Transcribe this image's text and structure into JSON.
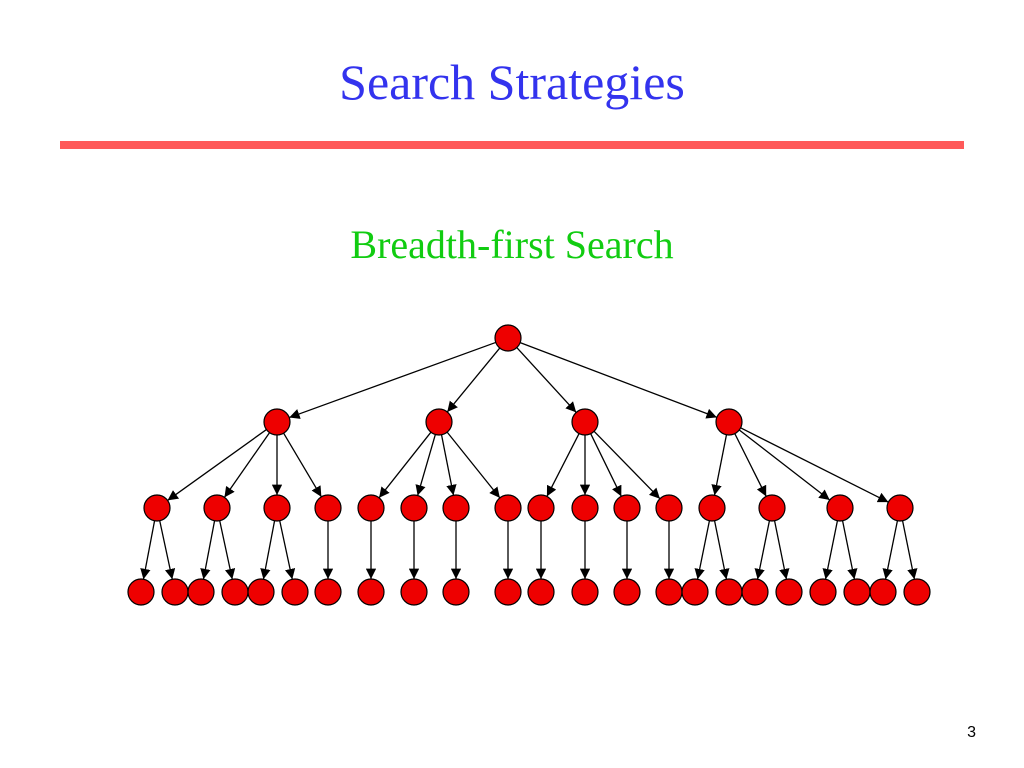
{
  "slide": {
    "title": "Search Strategies",
    "subtitle": "Breadth-first Search",
    "page_number": "3"
  },
  "colors": {
    "title": "#3333ee",
    "rule": "#ff5a5a",
    "subtitle": "#11cc11",
    "node_fill": "#ee0000",
    "node_stroke": "#000000",
    "edge": "#000000"
  },
  "tree": {
    "levels": 4,
    "branching": [
      4,
      [
        4,
        4,
        4,
        4
      ],
      [
        [
          2,
          2,
          2,
          1
        ],
        [
          1,
          1,
          1,
          1
        ],
        [
          1,
          1,
          1,
          1
        ],
        [
          2,
          2,
          2,
          2
        ]
      ]
    ]
  }
}
